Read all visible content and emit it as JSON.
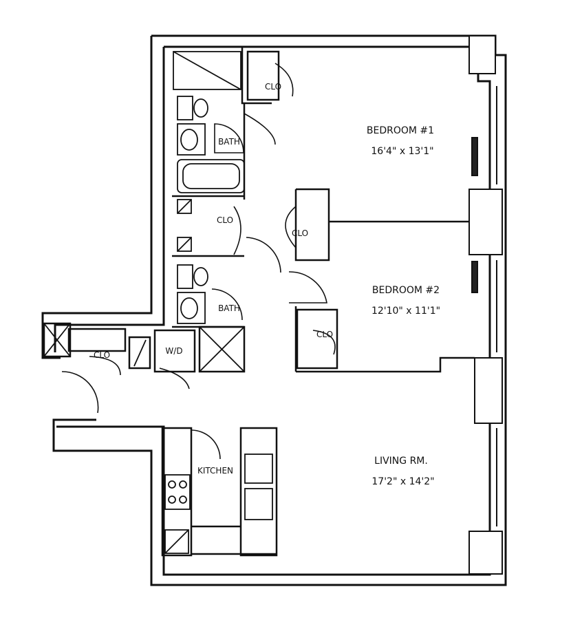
{
  "plan": {
    "bedroom1": {
      "name": "BEDROOM #1",
      "size": "16'4\" x 13'1\""
    },
    "bedroom2": {
      "name": "BEDROOM #2",
      "size": "12'10\" x 11'1\""
    },
    "living": {
      "name": "LIVING RM.",
      "size": "17'2\" x 14'2\""
    },
    "labels": {
      "bath": "BATH",
      "clo": "CLO",
      "wd": "W/D",
      "kitchen": "KITCHEN"
    }
  }
}
